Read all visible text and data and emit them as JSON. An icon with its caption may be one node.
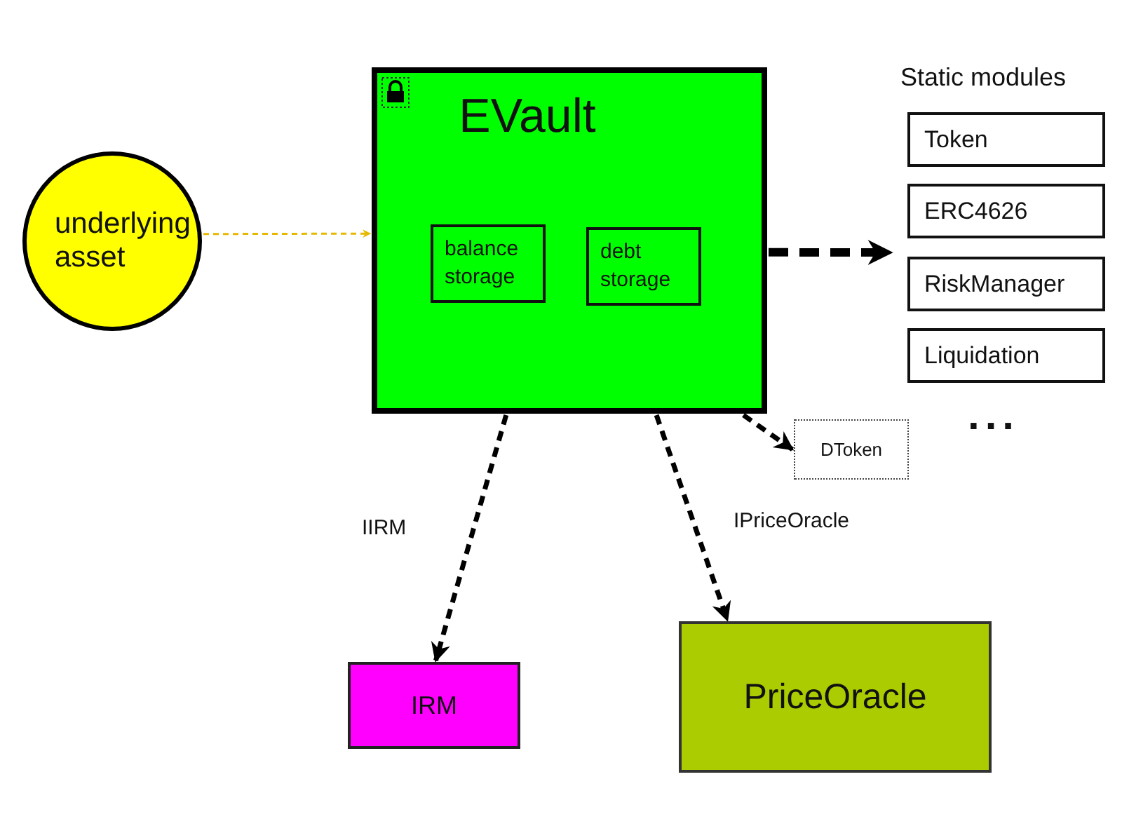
{
  "diagram": {
    "nodes": [
      {
        "text": [
          "underlying asset"
        ]
      },
      {
        "text": [
          "EVault"
        ]
      },
      {
        "text": [
          "balance storage"
        ],
        "in": 1
      },
      {
        "text": [
          "debt storage"
        ],
        "in": 1
      },
      {
        "text": [
          "Static modules"
        ]
      },
      {
        "text": [
          "Token"
        ],
        "in": 4
      },
      {
        "text": [
          "ERC4626"
        ],
        "in": 4
      },
      {
        "text": [
          "RiskManager"
        ],
        "in": 4
      },
      {
        "text": [
          "Liquidation"
        ],
        "in": 4
      },
      {
        "text": [
          "DToken"
        ]
      },
      {
        "text": [
          "IRM"
        ]
      },
      {
        "text": [
          "PriceOracle"
        ]
      }
    ],
    "edges": [
      {
        "from": 0,
        "to": 1,
        "arrow": "to",
        "style": "dashed",
        "color": "#e6b800"
      },
      {
        "from": 1,
        "to": 4,
        "arrow": "to",
        "style": "dashed"
      },
      {
        "from": 1,
        "to": 9,
        "arrow": "to",
        "style": "dashed"
      },
      {
        "from": 1,
        "to": 10,
        "arrow": "to",
        "style": "dashed",
        "label": "IIRM"
      },
      {
        "from": 1,
        "to": 11,
        "arrow": "to",
        "style": "dashed",
        "label": "IPriceOracle"
      }
    ],
    "labels": [
      "..."
    ]
  }
}
